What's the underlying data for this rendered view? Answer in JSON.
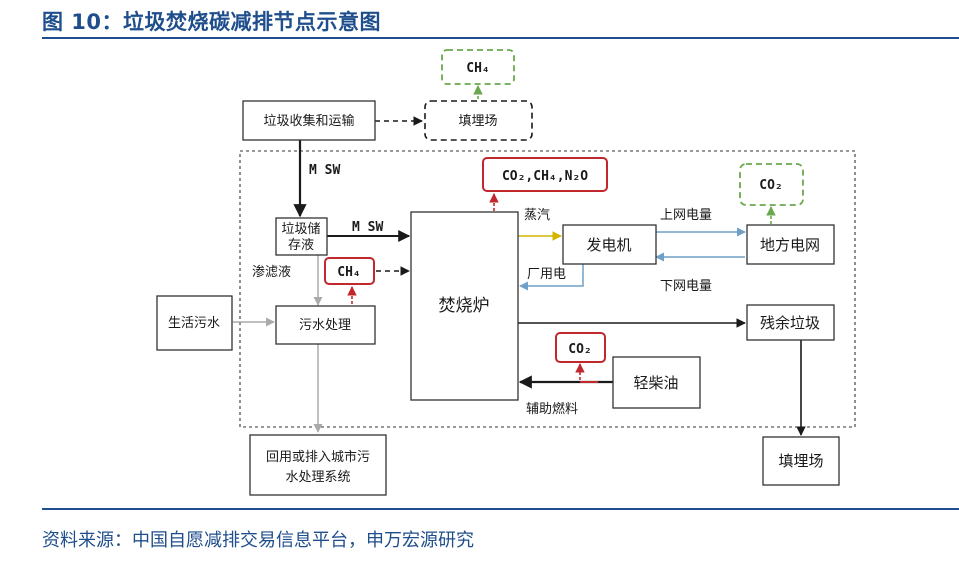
{
  "title": "图 10：垃圾焚烧碳减排节点示意图",
  "source": "资料来源：中国自愿减排交易信息平台，申万宏源研究",
  "colors": {
    "title": "#1f4e8c",
    "emission_red": "#c0282e",
    "emission_green": "#6aa84f",
    "steam": "#d4b400",
    "grid": "#6fa0c8"
  },
  "nodes": {
    "collection": "垃圾收集和运输",
    "landfill_top": "填埋场",
    "ch4_top": "CH₄",
    "storage_line1": "垃圾储",
    "storage_line2": "存液",
    "ch4_mid": "CH₄",
    "domestic_sewage": "生活污水",
    "sewage_treatment": "污水处理",
    "reuse_line1": "回用或排入城市污",
    "reuse_line2": "水处理系统",
    "incinerator": "焚烧炉",
    "emissions_incinerator": "CO₂,CH₄,N₂O",
    "generator": "发电机",
    "local_grid": "地方电网",
    "co2_grid": "CO₂",
    "residual_waste": "残余垃圾",
    "landfill_bottom": "填埋场",
    "diesel": "轻柴油",
    "co2_diesel": "CO₂"
  },
  "labels": {
    "msw_vertical": "M SW",
    "msw_horizontal": "M SW",
    "leachate": "渗滤液",
    "steam": "蒸汽",
    "grid_up": "上网电量",
    "grid_down": "下网电量",
    "plant_power": "厂用电",
    "aux_fuel": "辅助燃料"
  }
}
